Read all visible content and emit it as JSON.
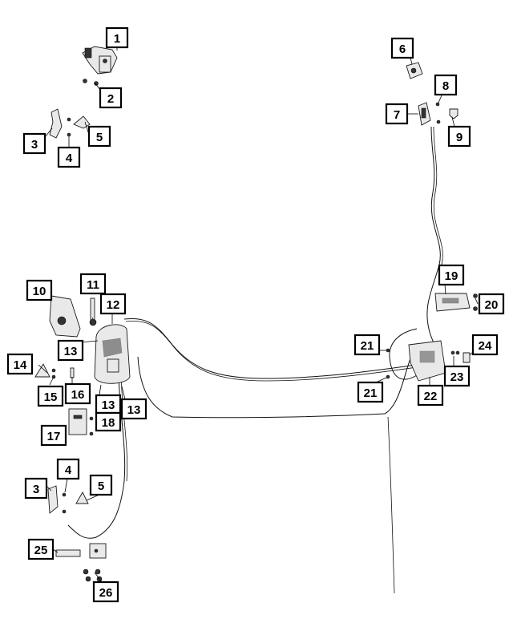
{
  "diagram": {
    "callouts": [
      {
        "id": "c1",
        "label": "1"
      },
      {
        "id": "c2",
        "label": "2"
      },
      {
        "id": "c3a",
        "label": "3"
      },
      {
        "id": "c4a",
        "label": "4"
      },
      {
        "id": "c5a",
        "label": "5"
      },
      {
        "id": "c6",
        "label": "6"
      },
      {
        "id": "c7",
        "label": "7"
      },
      {
        "id": "c8",
        "label": "8"
      },
      {
        "id": "c9",
        "label": "9"
      },
      {
        "id": "c10",
        "label": "10"
      },
      {
        "id": "c11",
        "label": "11"
      },
      {
        "id": "c12",
        "label": "12"
      },
      {
        "id": "c13a",
        "label": "13"
      },
      {
        "id": "c13b",
        "label": "13"
      },
      {
        "id": "c13c",
        "label": "13"
      },
      {
        "id": "c14",
        "label": "14"
      },
      {
        "id": "c15",
        "label": "15"
      },
      {
        "id": "c16",
        "label": "16"
      },
      {
        "id": "c17",
        "label": "17"
      },
      {
        "id": "c18",
        "label": "18"
      },
      {
        "id": "c19",
        "label": "19"
      },
      {
        "id": "c20",
        "label": "20"
      },
      {
        "id": "c21a",
        "label": "21"
      },
      {
        "id": "c21b",
        "label": "21"
      },
      {
        "id": "c22",
        "label": "22"
      },
      {
        "id": "c23",
        "label": "23"
      },
      {
        "id": "c24",
        "label": "24"
      },
      {
        "id": "c3b",
        "label": "3"
      },
      {
        "id": "c4b",
        "label": "4"
      },
      {
        "id": "c5b",
        "label": "5"
      },
      {
        "id": "c25",
        "label": "25"
      },
      {
        "id": "c26",
        "label": "26"
      }
    ]
  },
  "colors": {
    "line": "#000000",
    "background": "#ffffff"
  }
}
